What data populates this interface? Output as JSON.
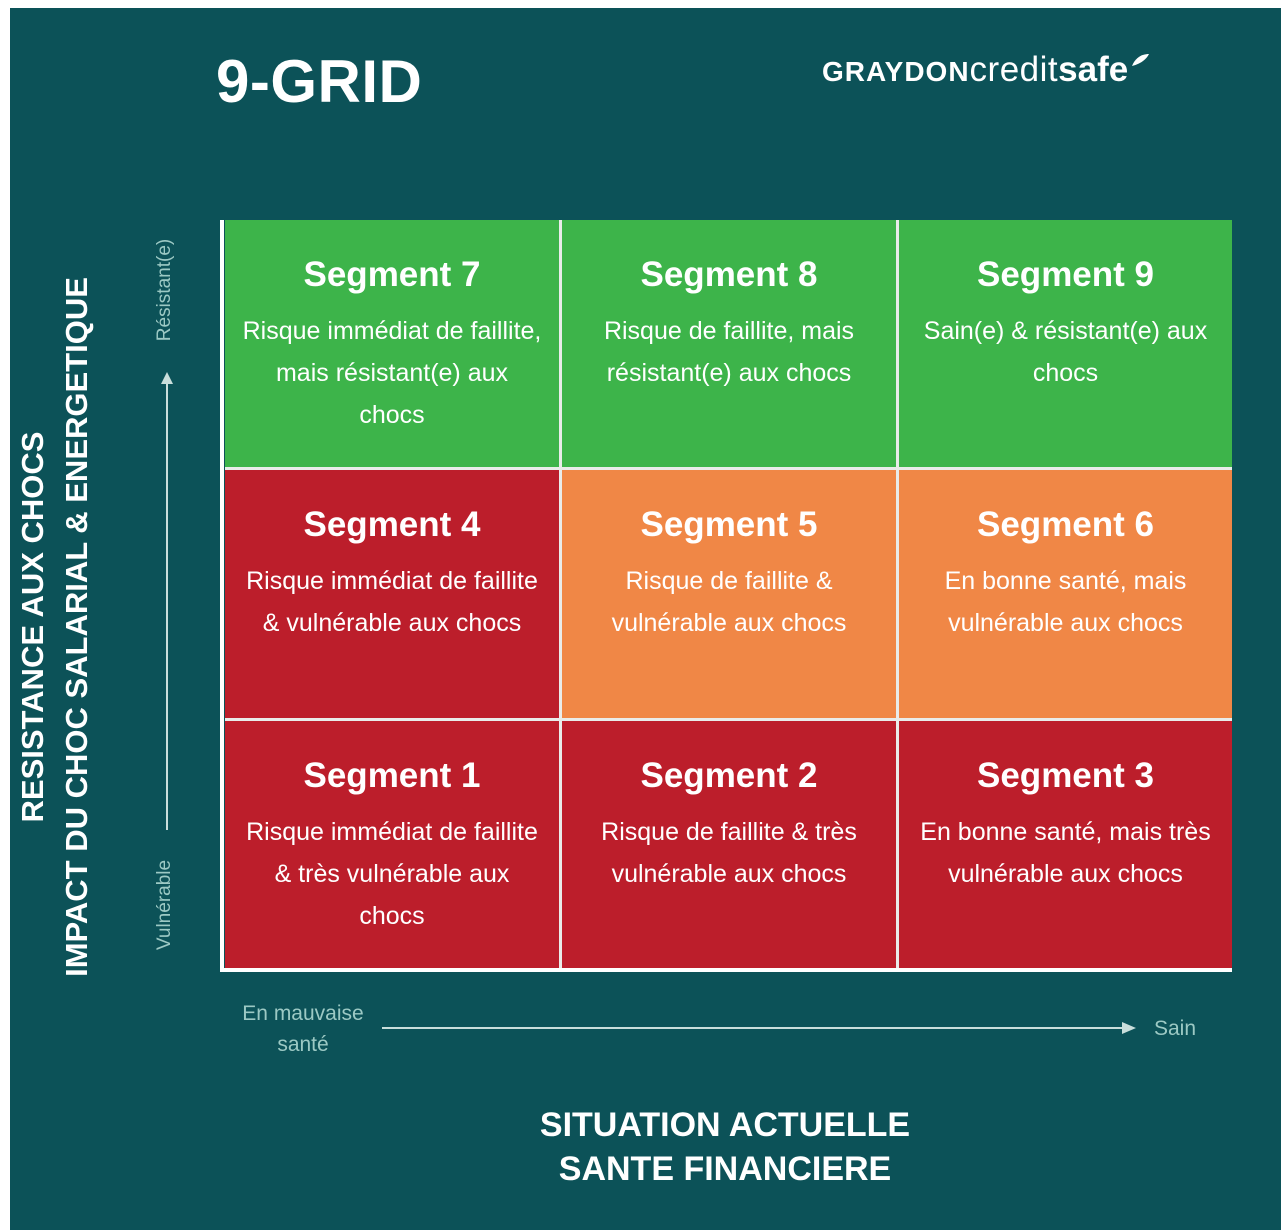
{
  "header": {
    "title": "9-GRID",
    "logo": {
      "brand_bold": "GRAYDON",
      "brand_light": "credit",
      "brand_safe": "safe"
    }
  },
  "y_axis": {
    "title_line1": "RESISTANCE AUX CHOCS",
    "title_line2": "IMPACT DU CHOC SALARIAL & ENERGETIQUE",
    "top_label": "Résistant(e)",
    "bottom_label": "Vulnérable"
  },
  "x_axis": {
    "title_line1": "SITUATION ACTUELLE",
    "title_line2": "SANTE FINANCIERE",
    "left_label": "En mauvaise santé",
    "right_label": "Sain"
  },
  "colors": {
    "background": "#0c5258",
    "green": "#3db44a",
    "red": "#bc1e2b",
    "orange": "#f08746",
    "axis_label": "#9cc9c4"
  },
  "segments": [
    {
      "name": "Segment 7",
      "description": "Risque immédiat de faillite, mais résistant(e) aux chocs",
      "color": "green"
    },
    {
      "name": "Segment 8",
      "description": "Risque de faillite, mais résistant(e) aux chocs",
      "color": "green"
    },
    {
      "name": "Segment 9",
      "description": "Sain(e) & résistant(e) aux chocs",
      "color": "green"
    },
    {
      "name": "Segment 4",
      "description": "Risque immédiat de faillite & vulnérable aux chocs",
      "color": "red"
    },
    {
      "name": "Segment 5",
      "description": "Risque de faillite & vulnérable aux chocs",
      "color": "orange"
    },
    {
      "name": "Segment 6",
      "description": "En bonne santé, mais vulnérable aux chocs",
      "color": "orange"
    },
    {
      "name": "Segment 1",
      "description": "Risque immédiat de faillite & très vulnérable aux chocs",
      "color": "red"
    },
    {
      "name": "Segment 2",
      "description": "Risque de faillite & très vulnérable aux chocs",
      "color": "red"
    },
    {
      "name": "Segment 3",
      "description": "En bonne santé, mais très vulnérable aux chocs",
      "color": "red"
    }
  ]
}
